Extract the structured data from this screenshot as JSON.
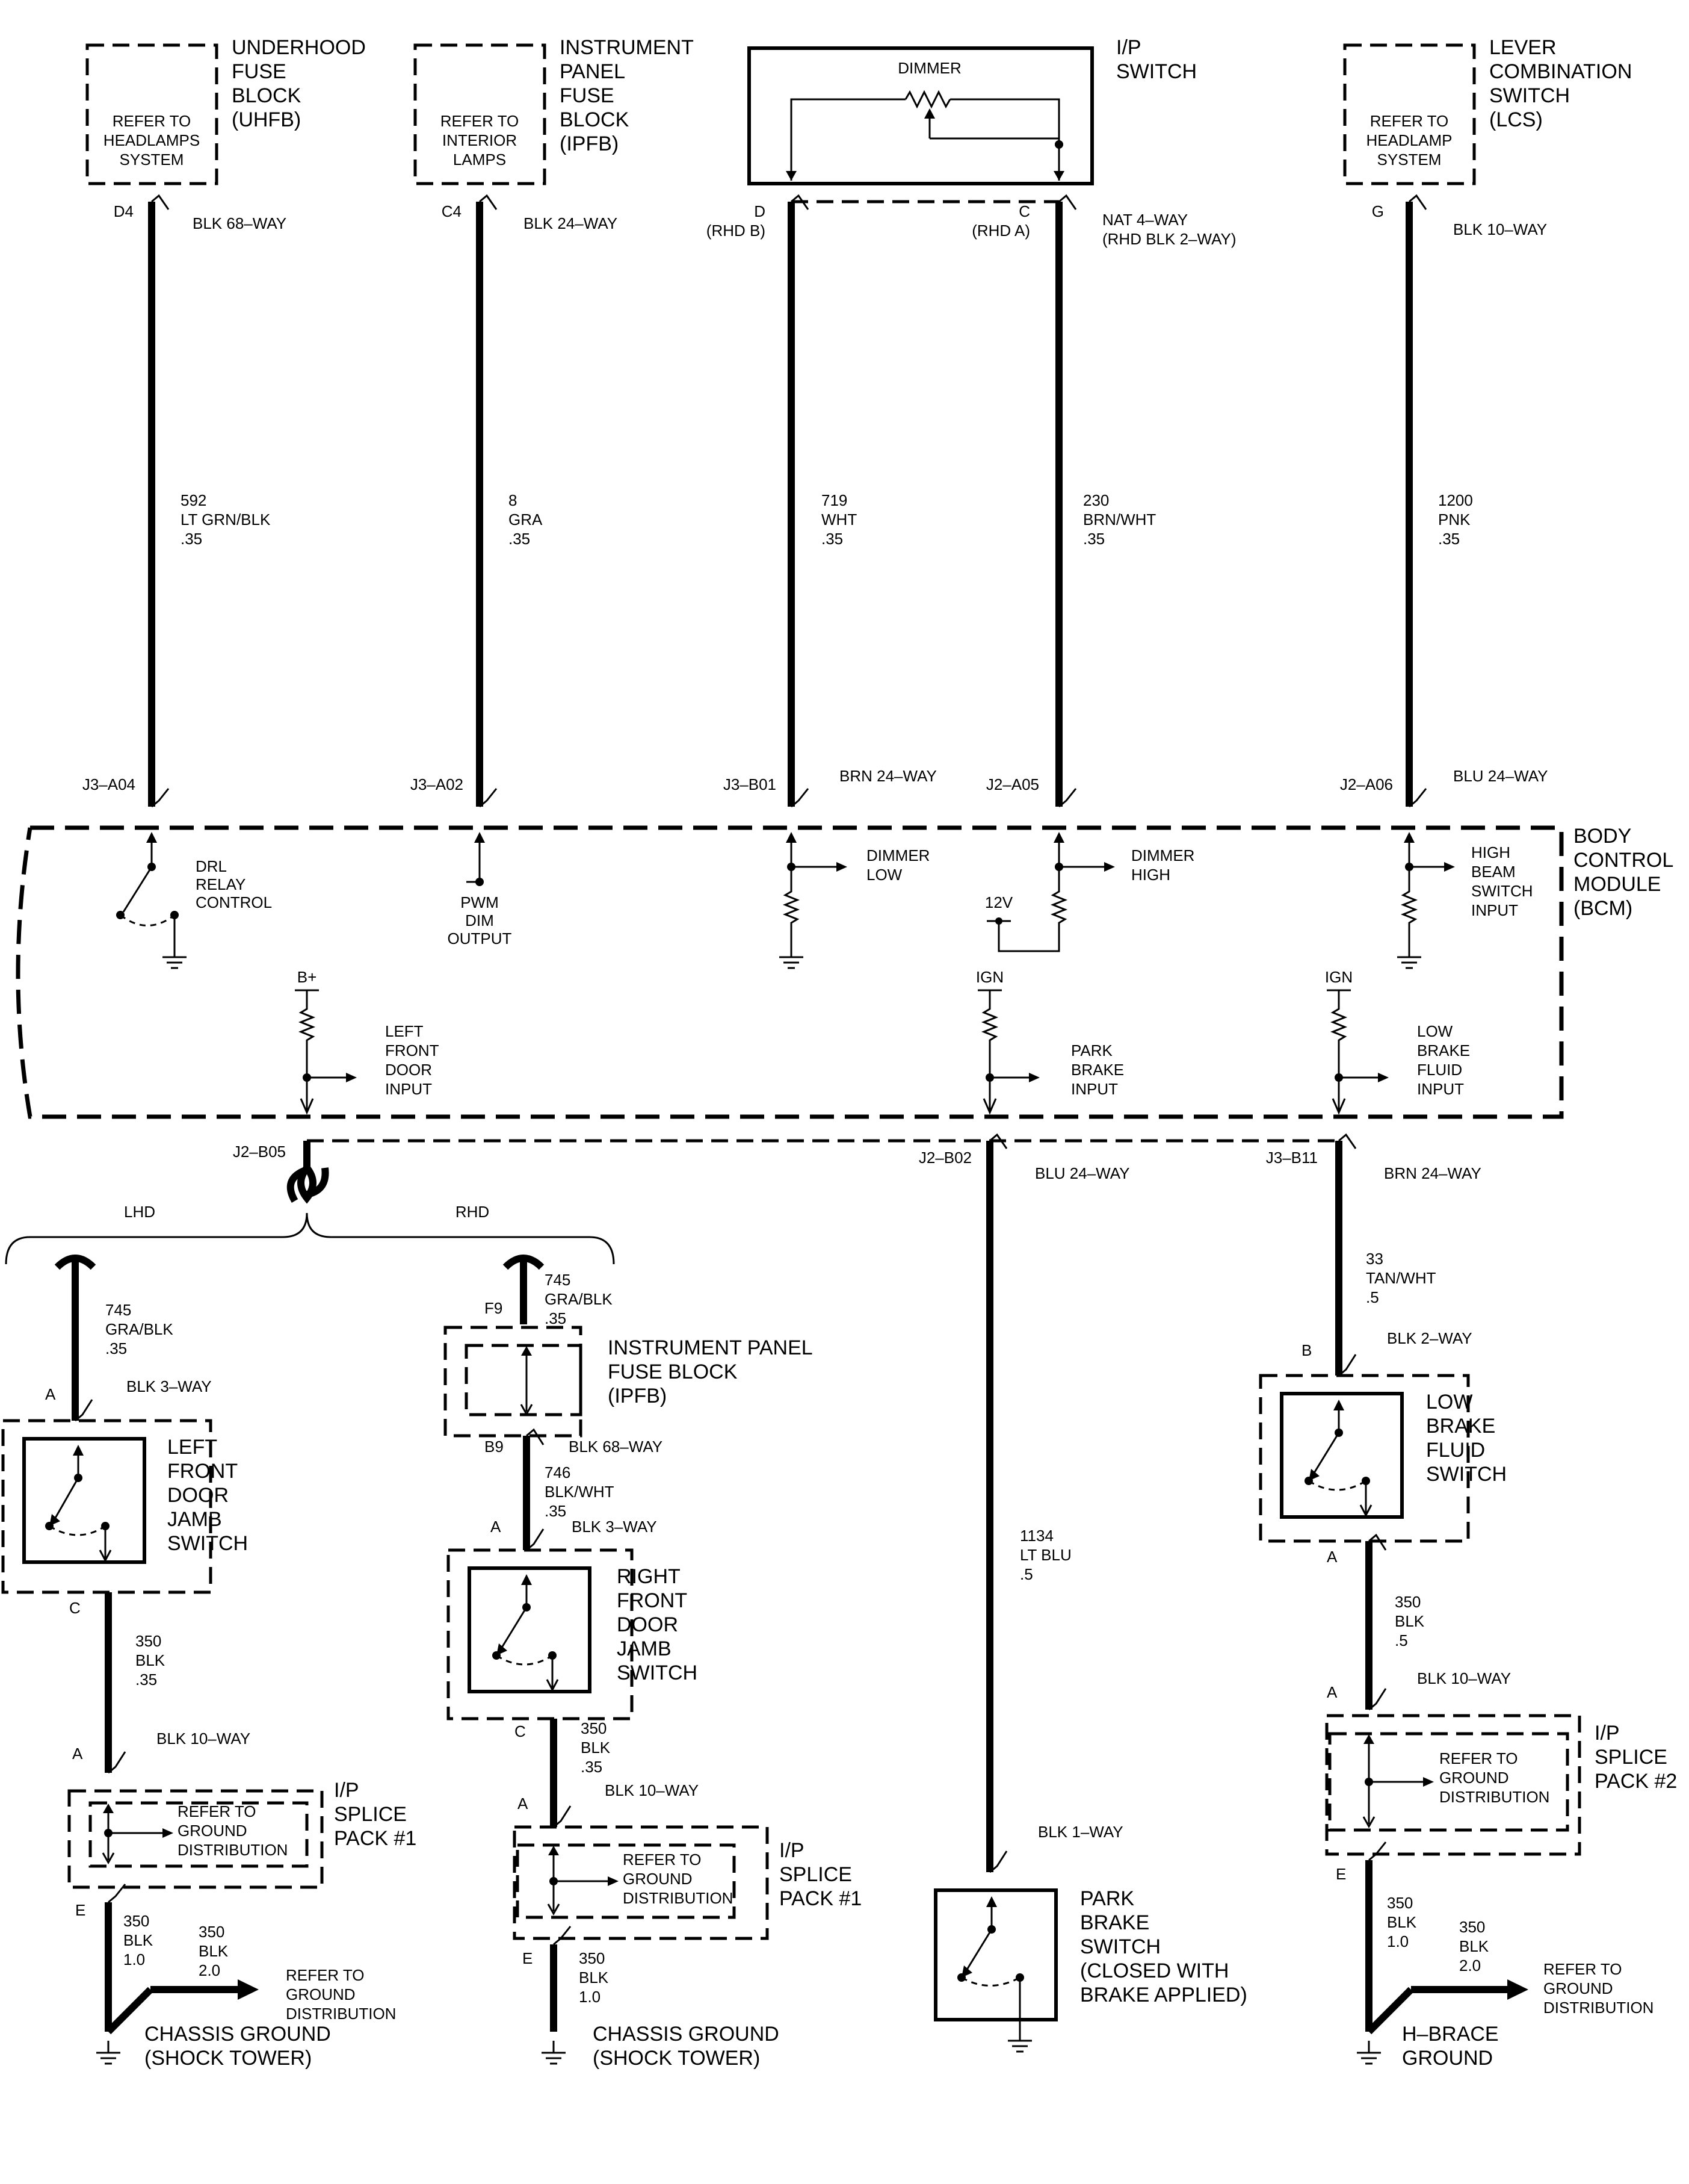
{
  "components": {
    "uhfb": {
      "title": [
        "UNDERHOOD",
        "FUSE",
        "BLOCK",
        "(UHFB)"
      ],
      "ref": [
        "REFER TO",
        "HEADLAMPS",
        "SYSTEM"
      ]
    },
    "ipfb_top": {
      "title": [
        "INSTRUMENT",
        "PANEL",
        "FUSE",
        "BLOCK",
        "(IPFB)"
      ],
      "ref": [
        "REFER TO",
        "INTERIOR",
        "LAMPS"
      ]
    },
    "ip_switch": {
      "title": [
        "I/P",
        "SWITCH"
      ],
      "dimmer": "DIMMER"
    },
    "lcs": {
      "title": [
        "LEVER",
        "COMBINATION",
        "SWITCH",
        "(LCS)"
      ],
      "ref": [
        "REFER TO",
        "HEADLAMP",
        "SYSTEM"
      ]
    },
    "bcm": {
      "title": [
        "BODY",
        "CONTROL",
        "MODULE",
        "(BCM)"
      ],
      "drl": [
        "DRL",
        "RELAY",
        "CONTROL"
      ],
      "pwm": [
        "PWM",
        "DIM",
        "OUTPUT"
      ],
      "dimmer_low": [
        "DIMMER",
        "LOW"
      ],
      "dimmer_high": [
        "DIMMER",
        "HIGH"
      ],
      "v12": "12V",
      "high_beam": [
        "HIGH",
        "BEAM",
        "SWITCH",
        "INPUT"
      ],
      "bplus": "B+",
      "ign1": "IGN",
      "ign2": "IGN",
      "lf_door": [
        "LEFT",
        "FRONT",
        "DOOR",
        "INPUT"
      ],
      "park_brake": [
        "PARK",
        "BRAKE",
        "INPUT"
      ],
      "low_brake": [
        "LOW",
        "BRAKE",
        "FLUID",
        "INPUT"
      ]
    },
    "lhd": "LHD",
    "rhd": "RHD",
    "lf_jamb": [
      "LEFT",
      "FRONT",
      "DOOR",
      "JAMB",
      "SWITCH"
    ],
    "rf_jamb": [
      "RIGHT",
      "FRONT",
      "DOOR",
      "JAMB",
      "SWITCH"
    ],
    "ipfb_mid": [
      "INSTRUMENT PANEL",
      "FUSE BLOCK",
      "(IPFB)"
    ],
    "splice1_left": {
      "ref": [
        "REFER TO",
        "GROUND",
        "DISTRIBUTION"
      ],
      "title": [
        "I/P",
        "SPLICE",
        "PACK #1"
      ]
    },
    "splice1_mid": {
      "ref": [
        "REFER TO",
        "GROUND",
        "DISTRIBUTION"
      ],
      "title": [
        "I/P",
        "SPLICE",
        "PACK #1"
      ]
    },
    "splice2": {
      "ref": [
        "REFER TO",
        "GROUND",
        "DISTRIBUTION"
      ],
      "title": [
        "I/P",
        "SPLICE",
        "PACK #2"
      ]
    },
    "park_brake_sw": [
      "PARK",
      "BRAKE",
      "SWITCH",
      "(CLOSED WITH",
      "BRAKE APPLIED)"
    ],
    "low_brake_sw": [
      "LOW",
      "BRAKE",
      "FLUID",
      "SWITCH"
    ],
    "chassis_left": [
      "CHASSIS GROUND",
      "(SHOCK TOWER)"
    ],
    "chassis_mid": [
      "CHASSIS GROUND",
      "(SHOCK TOWER)"
    ],
    "hbrace": [
      "H–BRACE",
      "GROUND"
    ],
    "ref_gd_left": [
      "REFER TO",
      "GROUND",
      "DISTRIBUTION"
    ],
    "ref_gd_right": [
      "REFER TO",
      "GROUND",
      "DISTRIBUTION"
    ]
  },
  "pins": {
    "d4": "D4",
    "c4": "C4",
    "d": "D",
    "rhd_b": "(RHD B)",
    "c": "C",
    "rhd_a": "(RHD A)",
    "g": "G",
    "j3a04": "J3–A04",
    "j3a02": "J3–A02",
    "j3b01": "J3–B01",
    "j2a05": "J2–A05",
    "j2a06": "J2–A06",
    "j2b05": "J2–B05",
    "j2b02": "J2–B02",
    "j3b11": "J3–B11",
    "lf_a": "A",
    "lf_c": "C",
    "lf_spl_a": "A",
    "lf_e": "E",
    "rf_f9": "F9",
    "rf_b9": "B9",
    "rf_a": "A",
    "rf_c": "C",
    "rf_spl_a": "A",
    "rf_e": "E",
    "lb_b": "B",
    "lb_a": "A",
    "lb_spl_a": "A",
    "lb_e": "E"
  },
  "connectors": {
    "uhfb": "BLK 68–WAY",
    "ipfb": "BLK 24–WAY",
    "ip_sw": [
      "NAT 4–WAY",
      "(RHD BLK 2–WAY)"
    ],
    "lcs": "BLK 10–WAY",
    "bcm_brn24": "BRN 24–WAY",
    "bcm_blu24": "BLU 24–WAY",
    "bcm_blu24_b": "BLU 24–WAY",
    "bcm_brn24_b": "BRN 24–WAY",
    "lf_blk3": "BLK 3–WAY",
    "lf_blk10": "BLK 10–WAY",
    "rf_blk68": "BLK 68–WAY",
    "rf_blk3": "BLK 3–WAY",
    "rf_blk10": "BLK 10–WAY",
    "pb_blk1": "BLK 1–WAY",
    "lb_blk2": "BLK 2–WAY",
    "lb_blk10": "BLK 10–WAY"
  },
  "wires": {
    "w592": [
      "592",
      "LT GRN/BLK",
      ".35"
    ],
    "w8": [
      "8",
      "GRA",
      ".35"
    ],
    "w719": [
      "719",
      "WHT",
      ".35"
    ],
    "w230": [
      "230",
      "BRN/WHT",
      ".35"
    ],
    "w1200": [
      "1200",
      "PNK",
      ".35"
    ],
    "w745a": [
      "745",
      "GRA/BLK",
      ".35"
    ],
    "w745b": [
      "745",
      "GRA/BLK",
      ".35"
    ],
    "w746": [
      "746",
      "BLK/WHT",
      ".35"
    ],
    "w1134": [
      "1134",
      "LT BLU",
      ".5"
    ],
    "w33": [
      "33",
      "TAN/WHT",
      ".5"
    ],
    "w350_lf": [
      "350",
      "BLK",
      ".35"
    ],
    "w350_rf": [
      "350",
      "BLK",
      ".35"
    ],
    "w350_lb": [
      "350",
      "BLK",
      ".5"
    ],
    "w350_le10": [
      "350",
      "BLK",
      "1.0"
    ],
    "w350_le20": [
      "350",
      "BLK",
      "2.0"
    ],
    "w350_me10": [
      "350",
      "BLK",
      "1.0"
    ],
    "w350_re10": [
      "350",
      "BLK",
      "1.0"
    ],
    "w350_re20": [
      "350",
      "BLK",
      "2.0"
    ]
  }
}
